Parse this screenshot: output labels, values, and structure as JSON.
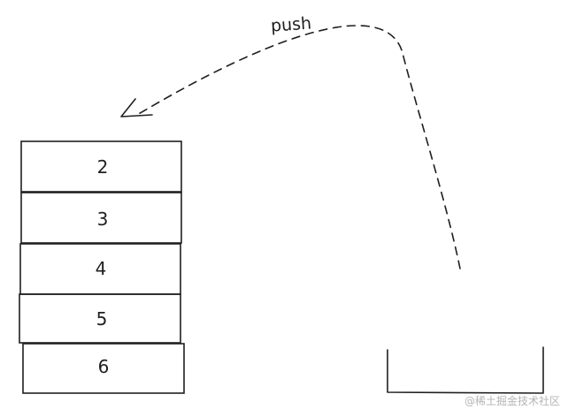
{
  "diagram": {
    "arrow_label": "push",
    "stack_items": [
      "2",
      "3",
      "4",
      "5",
      "6"
    ],
    "watermark": "@稀土掘金技术社区"
  },
  "colors": {
    "stroke": "#1f1f1f",
    "background": "#ffffff",
    "watermark": "#b5b5b5"
  }
}
